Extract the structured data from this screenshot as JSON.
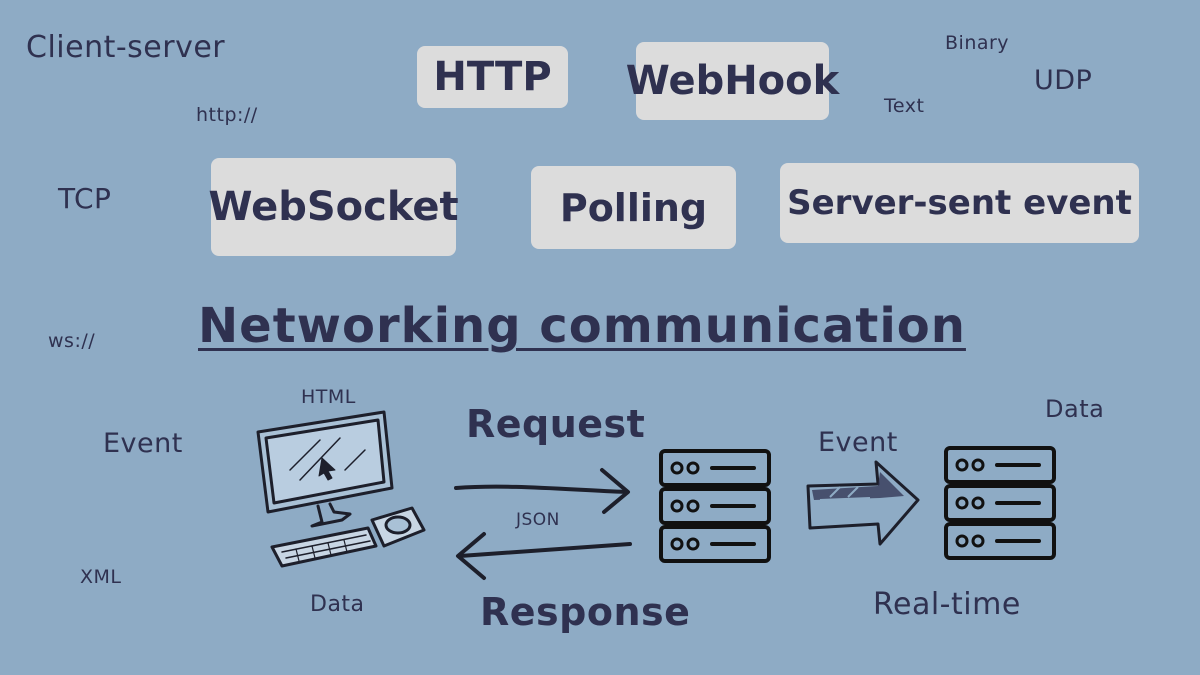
{
  "colors": {
    "background": "#8eabc5",
    "box_fill": "#dcdcdc",
    "ink": "#2f3150"
  },
  "protocol_boxes": {
    "http": "HTTP",
    "webhook": "WebHook",
    "websocket": "WebSocket",
    "polling": "Polling",
    "sse": "Server-sent event"
  },
  "floating_words": {
    "client_server": "Client-server",
    "http_scheme": "http://",
    "tcp": "TCP",
    "ws_scheme": "ws://",
    "binary": "Binary",
    "udp": "UDP",
    "text": "Text",
    "event_left": "Event",
    "xml": "XML",
    "html": "HTML",
    "data_bottom": "Data",
    "data_right": "Data"
  },
  "title": "Networking communication",
  "flow": {
    "request": "Request",
    "json": "JSON",
    "response": "Response",
    "event": "Event",
    "realtime": "Real-time"
  },
  "icons": [
    "computer-icon",
    "keyboard-icon",
    "mouse-icon",
    "server-icon",
    "block-arrow-icon"
  ]
}
